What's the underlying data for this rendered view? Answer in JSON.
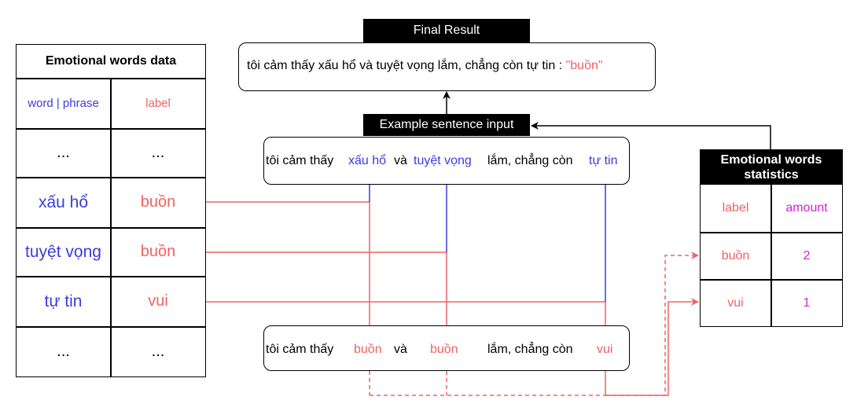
{
  "final_result": {
    "title": "Final Result",
    "sentence": "tôi cảm thấy xấu hổ và tuyệt vọng lắm, chẳng còn tự tin : ",
    "result_label": "\"buồn\""
  },
  "example_input": {
    "title": "Example sentence input",
    "parts": [
      "tôi cảm thấy",
      "xấu hổ",
      "và",
      "tuyệt vọng",
      "lắm, chẳng còn",
      "tự tin"
    ]
  },
  "converted_sentence": {
    "parts": [
      "tôi cảm thấy",
      "buồn",
      "và",
      "buồn",
      "lắm, chẳng còn",
      "vui"
    ]
  },
  "words_table": {
    "title": "Emotional words data",
    "col_word": "word | phrase",
    "col_label": "label",
    "rows": [
      {
        "word": "...",
        "label": "..."
      },
      {
        "word": "xấu hổ",
        "label": "buồn"
      },
      {
        "word": "tuyệt vọng",
        "label": "buồn"
      },
      {
        "word": "tự tin",
        "label": "vui"
      },
      {
        "word": "...",
        "label": "..."
      }
    ]
  },
  "stats_table": {
    "title": "Emotional words statistics",
    "col_label": "label",
    "col_amount": "amount",
    "rows": [
      {
        "label": "buồn",
        "amount": "2"
      },
      {
        "label": "vui",
        "amount": "1"
      }
    ]
  },
  "colors": {
    "word_blue": "#3b3bdc",
    "label_red": "#f06262",
    "amount_magenta": "#d620d6",
    "header_black": "#000000"
  }
}
